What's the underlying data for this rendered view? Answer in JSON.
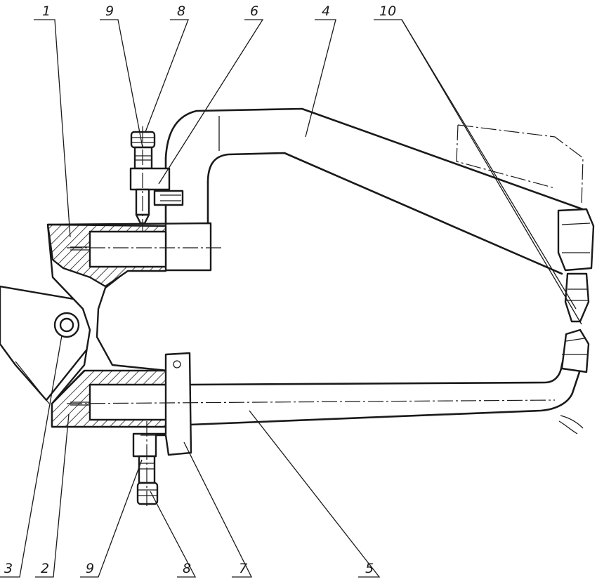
{
  "callouts": {
    "c1": "1",
    "c2": "2",
    "c3": "3",
    "c4": "4",
    "c5": "5",
    "c6": "6",
    "c7": "7",
    "c8_top": "8",
    "c8_bottom": "8",
    "c9_top": "9",
    "c9_bottom": "9",
    "c10": "10"
  },
  "colors": {
    "ink": "#1a1a1a",
    "paper": "#ffffff"
  }
}
